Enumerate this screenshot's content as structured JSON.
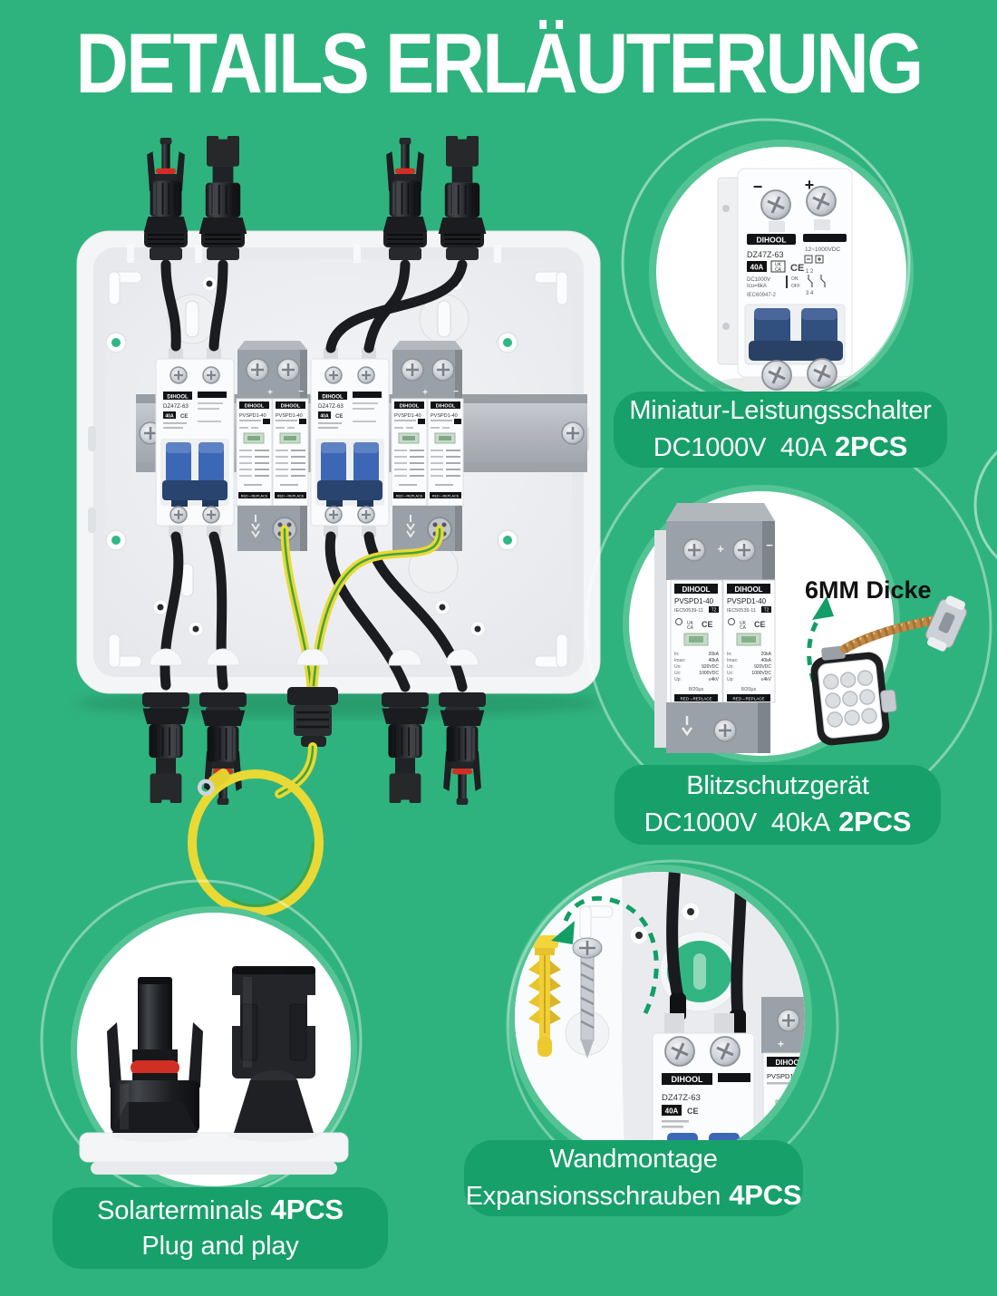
{
  "title": "DETAILS ERLÄUTERUNG",
  "colors": {
    "background": "#2fb37e",
    "pill_green": "#17a06a",
    "circle_ring": "#5bc89b",
    "arrow_green": "#129e67",
    "toggle_blue_box": "#3c67b5",
    "toggle_blue_product": "#31507f",
    "ground_wire_yellow": "#e8d934",
    "ground_wire_stripe": "#44a23e",
    "oring_red": "#d22f24",
    "anchor_yellow": "#f1cf35",
    "copper_braid": "#c08946"
  },
  "cards": {
    "mcb": {
      "line1": "Miniatur-Leistungsschalter",
      "line2": "DC1000V  40A",
      "badge": "2PCS"
    },
    "spd": {
      "line1": "Blitzschutzgerät",
      "line2": "DC1000V  40kA",
      "badge": "2PCS"
    },
    "terminals": {
      "line1": "Solarterminals",
      "badge": "4PCS",
      "line2": "Plug and play"
    },
    "mount": {
      "line1": "Wandmontage",
      "line2": "Expansionsschrauben",
      "badge": "4PCS"
    }
  },
  "annotations": {
    "thickness": "6MM Dicke"
  },
  "devices": {
    "brand": "DIHOOL",
    "mcb": {
      "model": "DZ47Z-63",
      "amp": "40A",
      "ukca1": "UK",
      "ukca2": "CA",
      "ce": "CE",
      "volt": "DC1000V",
      "icu": "Icu=6kA",
      "on": "ON",
      "off": "OFF",
      "range": "12~1000VDC",
      "std": "IEC60947-2",
      "poles_top": "1 2",
      "poles_bottom": "3 4",
      "minus": "−",
      "plus": "+"
    },
    "spd": {
      "model": "PVSPD1-40",
      "std": "IEC50539-11",
      "type": "T2",
      "plus": "+",
      "minus": "−",
      "specs": [
        [
          "In:",
          "20kA"
        ],
        [
          "Imax:",
          "40kA"
        ],
        [
          "Un:",
          "920VDC"
        ],
        [
          "Uc:",
          "1000VDC"
        ],
        [
          "Up:",
          "≤4kV"
        ]
      ],
      "wave": "8/20μs",
      "replace": "RED→REPLACE"
    }
  }
}
